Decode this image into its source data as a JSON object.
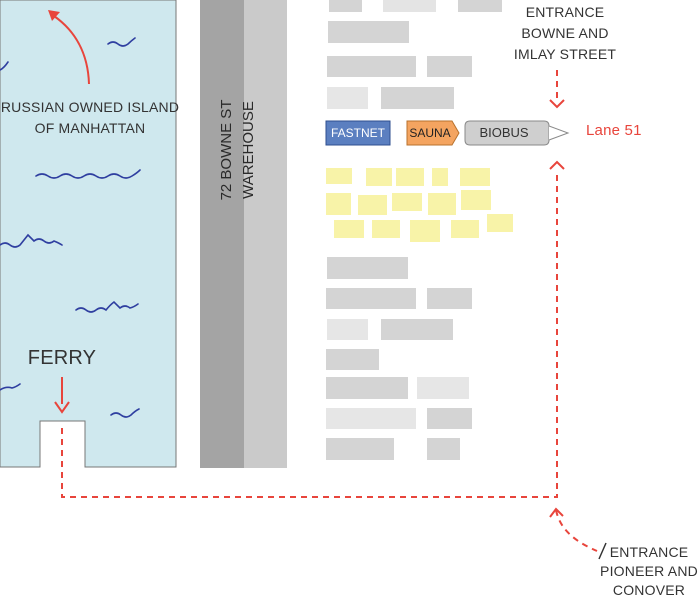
{
  "island": {
    "label": "RUSSIAN OWNED ISLAND OF MANHATTAN"
  },
  "ferry": {
    "label": "FERRY"
  },
  "warehouse": {
    "line1": "72 BOWNE ST",
    "line2": "WAREHOUSE"
  },
  "entrances": {
    "top": {
      "line1": "ENTRANCE",
      "line2": "BOWNE AND",
      "line3": "IMLAY STREET"
    },
    "bottom": {
      "line1": "ENTRANCE",
      "line2": "PIONEER AND",
      "line3": "CONOVER"
    }
  },
  "lane": {
    "label": "Lane 51"
  },
  "vehicles": {
    "fastnet": {
      "label": "FASTNET",
      "color": "#5b7fc0"
    },
    "sauna": {
      "label": "SAUNA",
      "color": "#f4a460"
    },
    "biobus": {
      "label": "BIOBUS",
      "color": "#cfcfcf"
    }
  },
  "colors": {
    "water": "#cfe8ee",
    "route": "#e8453c",
    "parked_gray": "#d4d4d4",
    "parked_yellow": "#f8f3a8"
  }
}
